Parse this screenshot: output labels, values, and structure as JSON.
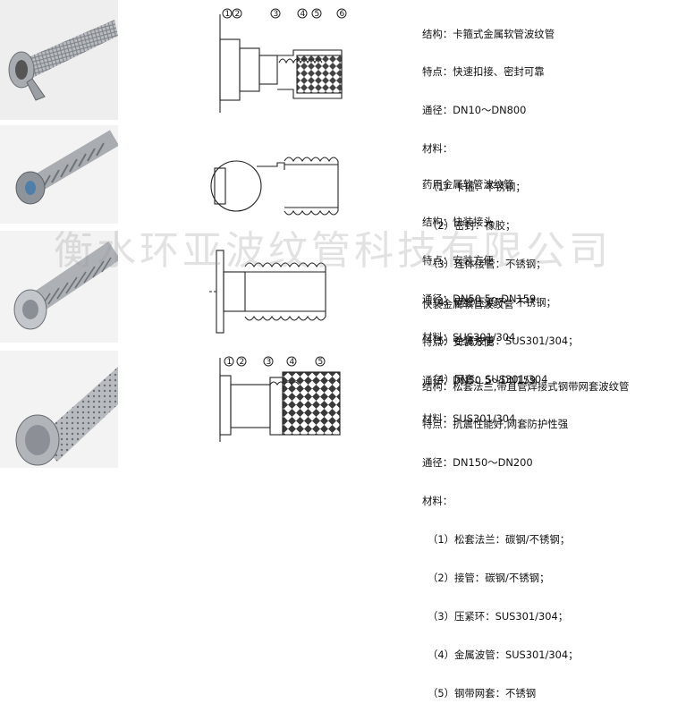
{
  "watermark": "衡水环亚波纹管科技有限公司",
  "colors": {
    "text": "#111111",
    "line": "#222222",
    "watermark": "#969696"
  },
  "products": [
    {
      "callouts": [
        "1",
        "2",
        "3",
        "4",
        "5",
        "6"
      ],
      "lines": [
        "结构：卡箍式金属软管波纹管",
        "特点：快速扣接、密封可靠",
        "通径：DN10～DN800",
        "材料：",
        "（1）卡箍：不锈钢；",
        "（2）密封：橡胶；",
        "（3）连体接管：不锈钢；",
        "（4）网套压紧环：不锈钢；",
        "（5）金属波管：SUS301/304；",
        "（4）网套：SUS301/304"
      ]
    },
    {
      "callouts": [],
      "lines": [
        "药用金属软管波纹管",
        "结构：快装接头",
        "特点：安装方便",
        "通径：DN50.5～DN159",
        "材料：SUS301/304"
      ]
    },
    {
      "callouts": [],
      "lines": [
        "快装金属软管波纹管",
        "特点：安装方便",
        "通径：DN50.5～DN159",
        "材料：SUS301/304"
      ]
    },
    {
      "callouts": [
        "1",
        "2",
        "3",
        "4",
        "5"
      ],
      "lines": [
        "结构：松套法兰,带直管焊接式钢带网套波纹管",
        "特点：抗震性能好,网套防护性强",
        "通径：DN150～DN200",
        "材料：",
        "（1）松套法兰：碳钢/不锈钢；",
        "（2）接管：碳钢/不锈钢；",
        "（3）压紧环：SUS301/304；",
        "（4）金属波管：SUS301/304；",
        "（5）钢带网套：不锈钢"
      ]
    }
  ]
}
